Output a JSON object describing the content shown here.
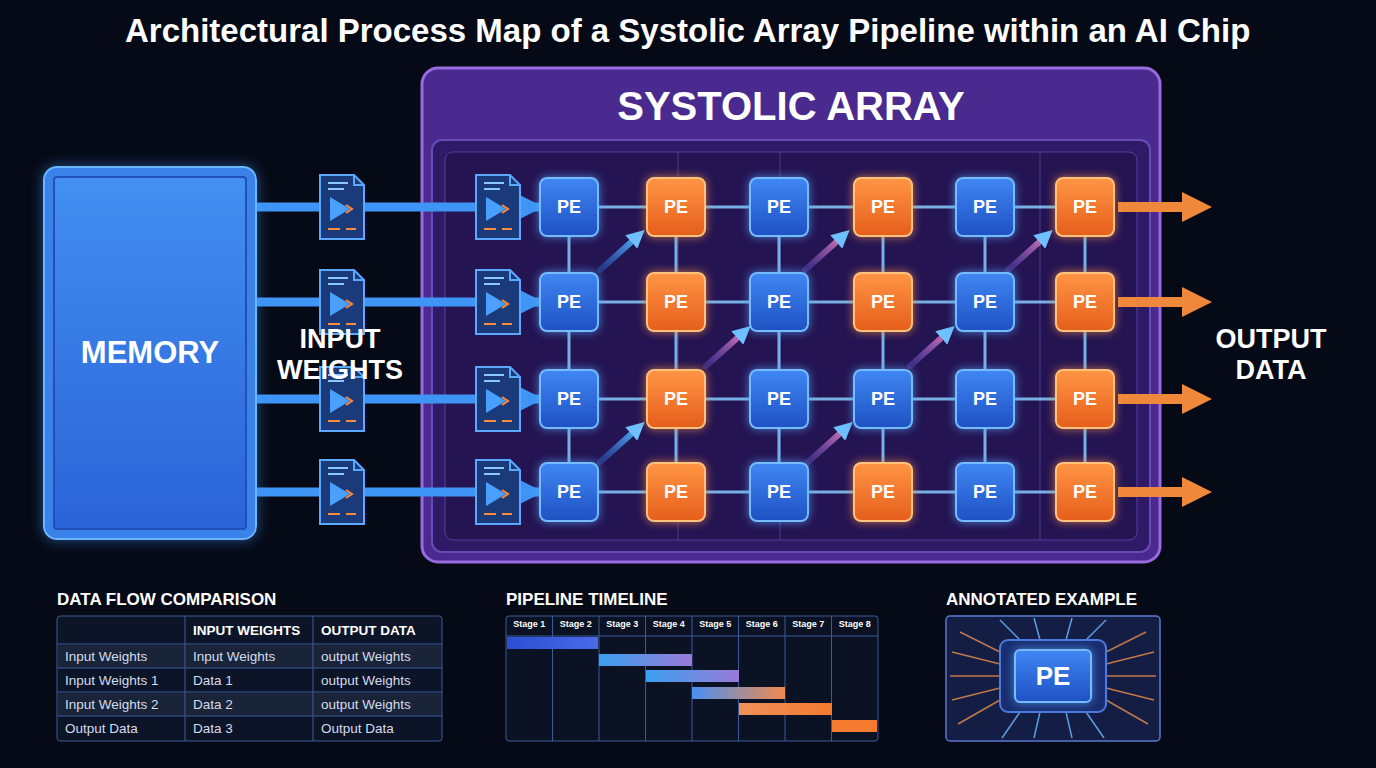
{
  "diagram": {
    "title": "Architectural Process Map of a Systolic Array Pipeline within an AI Chip",
    "nodes": [
      {
        "text": [
          "MEMORY"
        ]
      },
      {
        "text": [
          "SYSTOLIC ARRAY"
        ]
      },
      {
        "text": [
          "PE"
        ],
        "in": 1
      },
      {
        "text": [
          "PE"
        ],
        "in": 1
      },
      {
        "text": [
          "PE"
        ],
        "in": 1
      },
      {
        "text": [
          "PE"
        ],
        "in": 1
      },
      {
        "text": [
          "PE"
        ],
        "in": 1
      },
      {
        "text": [
          "PE"
        ],
        "in": 1
      },
      {
        "text": [
          "PE"
        ],
        "in": 1
      },
      {
        "text": [
          "PE"
        ],
        "in": 1
      },
      {
        "text": [
          "PE"
        ],
        "in": 1
      },
      {
        "text": [
          "PE"
        ],
        "in": 1
      },
      {
        "text": [
          "PE"
        ],
        "in": 1
      },
      {
        "text": [
          "PE"
        ],
        "in": 1
      },
      {
        "text": [
          "PE"
        ],
        "in": 1
      },
      {
        "text": [
          "PE"
        ],
        "in": 1
      },
      {
        "text": [
          "PE"
        ],
        "in": 1
      },
      {
        "text": [
          "PE"
        ],
        "in": 1
      },
      {
        "text": [
          "PE"
        ],
        "in": 1
      },
      {
        "text": [
          "PE"
        ],
        "in": 1
      },
      {
        "text": [
          "PE"
        ],
        "in": 1
      },
      {
        "text": [
          "PE"
        ],
        "in": 1
      },
      {
        "text": [
          "PE"
        ],
        "in": 1
      },
      {
        "text": [
          "PE"
        ],
        "in": 1
      },
      {
        "text": [
          "PE"
        ],
        "in": 1
      },
      {
        "text": [
          "PE"
        ],
        "in": 1
      },
      {
        "text": [
          "PE"
        ]
      }
    ],
    "edges": [
      {
        "from": 0,
        "to": 2,
        "arrow": "to"
      },
      {
        "from": 0,
        "to": 8,
        "arrow": "to"
      },
      {
        "from": 0,
        "to": 14,
        "arrow": "to"
      },
      {
        "from": 0,
        "to": 20,
        "arrow": "to"
      },
      {
        "from": 2,
        "to": 3,
        "arrow": "none"
      },
      {
        "from": 3,
        "to": 4,
        "arrow": "none"
      },
      {
        "from": 4,
        "to": 5,
        "arrow": "none"
      },
      {
        "from": 5,
        "to": 6,
        "arrow": "none"
      },
      {
        "from": 6,
        "to": 7,
        "arrow": "none"
      },
      {
        "from": 8,
        "to": 9,
        "arrow": "none"
      },
      {
        "from": 9,
        "to": 10,
        "arrow": "none"
      },
      {
        "from": 10,
        "to": 11,
        "arrow": "none"
      },
      {
        "from": 11,
        "to": 12,
        "arrow": "none"
      },
      {
        "from": 12,
        "to": 13,
        "arrow": "none"
      },
      {
        "from": 14,
        "to": 15,
        "arrow": "none"
      },
      {
        "from": 15,
        "to": 16,
        "arrow": "none"
      },
      {
        "from": 16,
        "to": 17,
        "arrow": "none"
      },
      {
        "from": 17,
        "to": 18,
        "arrow": "none"
      },
      {
        "from": 18,
        "to": 19,
        "arrow": "none"
      },
      {
        "from": 20,
        "to": 21,
        "arrow": "none"
      },
      {
        "from": 21,
        "to": 22,
        "arrow": "none"
      },
      {
        "from": 22,
        "to": 23,
        "arrow": "none"
      },
      {
        "from": 23,
        "to": 24,
        "arrow": "none"
      },
      {
        "from": 24,
        "to": 25,
        "arrow": "none"
      },
      {
        "from": 2,
        "to": 8,
        "arrow": "none"
      },
      {
        "from": 3,
        "to": 9,
        "arrow": "none"
      },
      {
        "from": 4,
        "to": 10,
        "arrow": "none"
      },
      {
        "from": 5,
        "to": 11,
        "arrow": "none"
      },
      {
        "from": 6,
        "to": 12,
        "arrow": "none"
      },
      {
        "from": 7,
        "to": 13,
        "arrow": "none"
      },
      {
        "from": 8,
        "to": 14,
        "arrow": "none"
      },
      {
        "from": 9,
        "to": 15,
        "arrow": "none"
      },
      {
        "from": 10,
        "to": 16,
        "arrow": "none"
      },
      {
        "from": 11,
        "to": 17,
        "arrow": "none"
      },
      {
        "from": 12,
        "to": 18,
        "arrow": "none"
      },
      {
        "from": 13,
        "to": 19,
        "arrow": "none"
      },
      {
        "from": 14,
        "to": 20,
        "arrow": "none"
      },
      {
        "from": 15,
        "to": 21,
        "arrow": "none"
      },
      {
        "from": 16,
        "to": 22,
        "arrow": "none"
      },
      {
        "from": 17,
        "to": 23,
        "arrow": "none"
      },
      {
        "from": 18,
        "to": 24,
        "arrow": "none"
      },
      {
        "from": 19,
        "to": 25,
        "arrow": "none"
      }
    ],
    "labels": [
      "INPUT WEIGHTS",
      "OUTPUT DATA",
      "DATA FLOW COMPARISON",
      "INPUT WEIGHTS",
      "OUTPUT DATA",
      "Input Weights",
      "Input Weights",
      "output Weights",
      "Input Weights 1",
      "Data 1",
      "output Weights",
      "Input Weights 2",
      "Data 2",
      "output Weights",
      "Output Data",
      "Data 3",
      "Output Data",
      "PIPELINE TIMELINE",
      "Stage 1",
      "Stage 2",
      "Stage 3",
      "Stage 4",
      "Stage 5",
      "Stage 6",
      "Stage 7",
      "Stage 8",
      "ANNOTATED EXAMPLE"
    ]
  }
}
